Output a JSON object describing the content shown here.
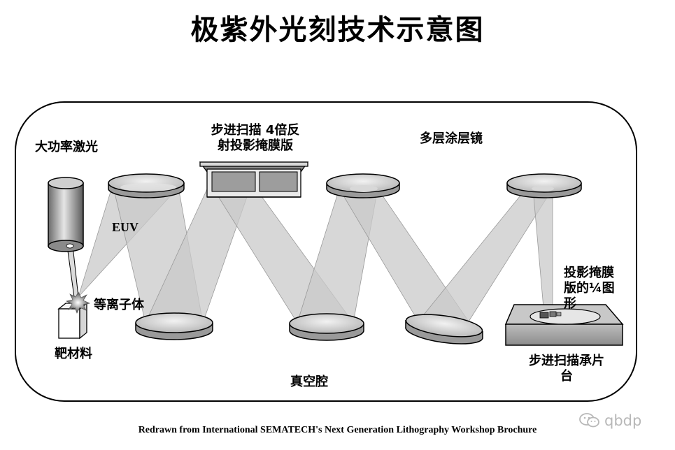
{
  "title": "极紫外光刻技术示意图",
  "labels": {
    "laser": "大功率激光",
    "mask_line1": "步进扫描 4倍反",
    "mask_line2": "射投影掩膜版",
    "mirrors": "多层涂层镜",
    "euv": "EUV",
    "plasma": "等离子体",
    "target": "靶材料",
    "vacuum": "真空腔",
    "quarter_line1": "投影掩膜",
    "quarter_line2": "版的¼图",
    "quarter_line3": "形",
    "stage_line1": "步进扫描承片",
    "stage_line2": "台"
  },
  "caption": "Redrawn from International SEMATECH's Next Generation Lithography Workshop Brochure",
  "watermark": "qbdp",
  "colors": {
    "beam": "#c8c8c8",
    "mirror_face": "#d4d4d4",
    "outline": "#000000"
  }
}
